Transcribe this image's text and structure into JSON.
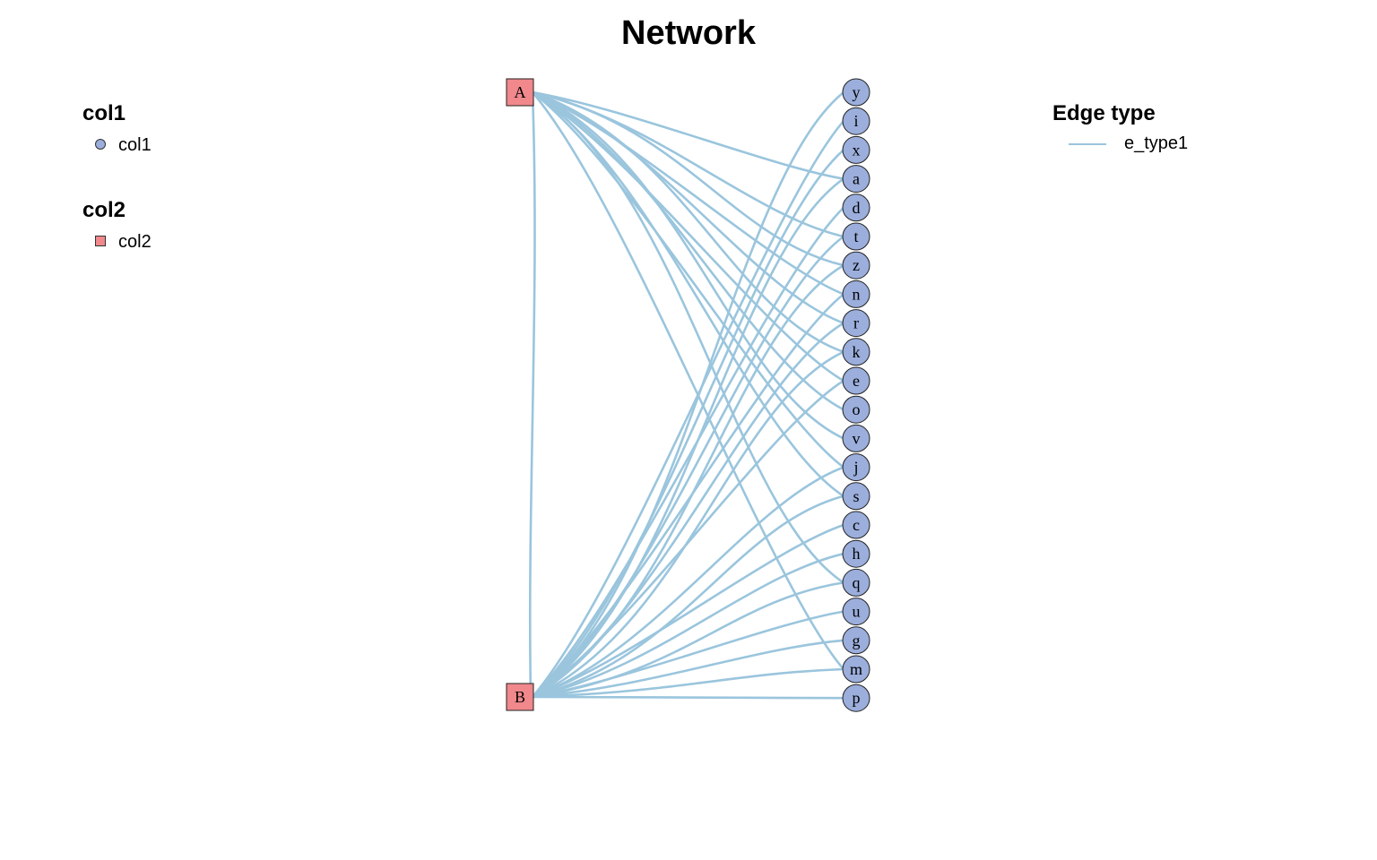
{
  "title": "Network",
  "legend": {
    "groups": [
      {
        "heading": "col1",
        "label": "col1",
        "shape": "circle",
        "color": "#9BAEDC"
      },
      {
        "heading": "col2",
        "label": "col2",
        "shape": "square",
        "color": "#F0888C"
      }
    ],
    "edge": {
      "heading": "Edge type",
      "label": "e_type1",
      "color": "#9AC5DD"
    }
  },
  "colors": {
    "edge": "#9AC5DD",
    "col1_node": "#9BAEDC",
    "col2_node": "#F0888C",
    "node_border": "#222222"
  },
  "network": {
    "left_nodes": [
      "A",
      "B"
    ],
    "right_nodes": [
      "y",
      "i",
      "x",
      "a",
      "d",
      "t",
      "z",
      "n",
      "r",
      "k",
      "e",
      "o",
      "v",
      "j",
      "s",
      "c",
      "h",
      "q",
      "u",
      "g",
      "m",
      "p"
    ],
    "edges": [
      {
        "from": "A",
        "to": "a"
      },
      {
        "from": "A",
        "to": "t"
      },
      {
        "from": "A",
        "to": "z"
      },
      {
        "from": "A",
        "to": "n"
      },
      {
        "from": "A",
        "to": "r"
      },
      {
        "from": "A",
        "to": "k"
      },
      {
        "from": "A",
        "to": "e"
      },
      {
        "from": "A",
        "to": "o"
      },
      {
        "from": "A",
        "to": "v"
      },
      {
        "from": "A",
        "to": "j"
      },
      {
        "from": "A",
        "to": "s"
      },
      {
        "from": "A",
        "to": "q"
      },
      {
        "from": "A",
        "to": "m"
      },
      {
        "from": "A",
        "to": "B"
      },
      {
        "from": "B",
        "to": "y"
      },
      {
        "from": "B",
        "to": "i"
      },
      {
        "from": "B",
        "to": "x"
      },
      {
        "from": "B",
        "to": "a"
      },
      {
        "from": "B",
        "to": "d"
      },
      {
        "from": "B",
        "to": "t"
      },
      {
        "from": "B",
        "to": "z"
      },
      {
        "from": "B",
        "to": "n"
      },
      {
        "from": "B",
        "to": "r"
      },
      {
        "from": "B",
        "to": "k"
      },
      {
        "from": "B",
        "to": "e"
      },
      {
        "from": "B",
        "to": "j"
      },
      {
        "from": "B",
        "to": "s"
      },
      {
        "from": "B",
        "to": "c"
      },
      {
        "from": "B",
        "to": "h"
      },
      {
        "from": "B",
        "to": "q"
      },
      {
        "from": "B",
        "to": "u"
      },
      {
        "from": "B",
        "to": "g"
      },
      {
        "from": "B",
        "to": "m"
      },
      {
        "from": "B",
        "to": "p"
      }
    ]
  }
}
